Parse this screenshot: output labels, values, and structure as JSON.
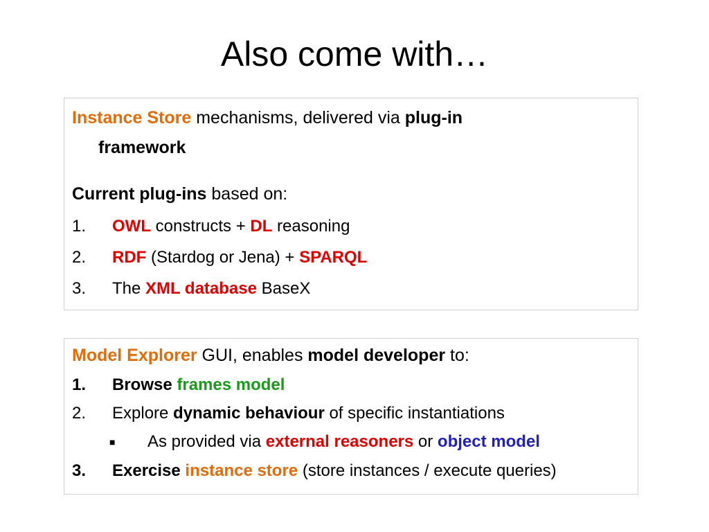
{
  "slide": {
    "title": "Also come with…"
  },
  "instance_store_box": {
    "intro": {
      "highlight": "Instance Store",
      "text1": " mechanisms, delivered via ",
      "bold": "plug-in",
      "line2": "framework"
    },
    "plugins_heading": {
      "bold": "Current plug-ins",
      "text": " based on:"
    },
    "items": [
      {
        "num": "1.",
        "k1": "OWL",
        "t1": " constructs + ",
        "k2": "DL",
        "t2": " reasoning"
      },
      {
        "num": "2.",
        "k1": "RDF",
        "t1": " (Stardog or Jena) + ",
        "k2": "SPARQL",
        "t2": ""
      },
      {
        "num": "3.",
        "t0": "The ",
        "k1": "XML database",
        "t1": " BaseX"
      }
    ]
  },
  "model_explorer_box": {
    "intro": {
      "highlight": "Model Explorer",
      "text1": " GUI, enables ",
      "bold": "model developer",
      "text2": " to:"
    },
    "items": [
      {
        "num": "1.",
        "bold": "Browse ",
        "highlight": "frames model"
      },
      {
        "num": "2.",
        "text": "Explore ",
        "bold": "dynamic behaviour",
        "text2": " of specific instantiations"
      },
      {
        "num": "3.",
        "bold": "Exercise ",
        "highlight": "instance store",
        "text": " (store instances / execute queries)"
      }
    ],
    "sub_item": {
      "bullet": "■",
      "text": "As provided via ",
      "k1": "external reasoners",
      "t1": " or ",
      "k2": "object model"
    }
  }
}
